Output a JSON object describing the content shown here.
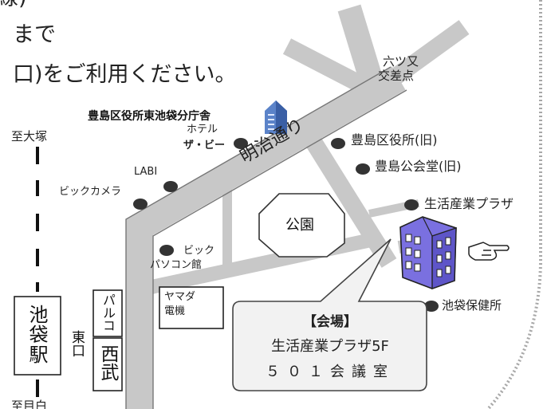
{
  "intro": {
    "line1_fragment": "線)",
    "line2_fragment": "まで",
    "line3_fragment": "口)をご利用ください。"
  },
  "places": {
    "ward_branch_office": "豊島区役所東池袋分庁舎",
    "hotel_line1": "ホテル",
    "hotel_line2": "ザ・ビー",
    "labi": "LABI",
    "bic_camera": "ビックカメラ",
    "bic_pc_line1": "ビック",
    "bic_pc_line2": "パソコン館",
    "meiji_dori": "明治通り",
    "rokutsumata_line1": "六ツ又",
    "rokutsumata_line2": "交差点",
    "old_ward_office": "豊島区役所(旧)",
    "old_public_hall": "豊島公会堂(旧)",
    "life_industry_plaza": "生活産業プラザ",
    "park": "公園",
    "health_center": "池袋保健所",
    "to_otsuka": "至大塚",
    "to_mejiro": "至目白",
    "station": "池袋駅",
    "east_exit": "東口",
    "parco": "パルコ",
    "seibu": "西武",
    "yamada_line1": "ヤマダ",
    "yamada_line2": "電機"
  },
  "venue": {
    "title": "【会場】",
    "line1": "生活産業プラザ5F",
    "line2": "５０１会議室"
  },
  "colors": {
    "road": "#c8c8c8",
    "marker": "#333333",
    "building": "#7a70e0",
    "border_dots": "#a8a8a8"
  },
  "icons": [
    "office-building-icon",
    "venue-building-icon",
    "pointing-hand-icon"
  ]
}
